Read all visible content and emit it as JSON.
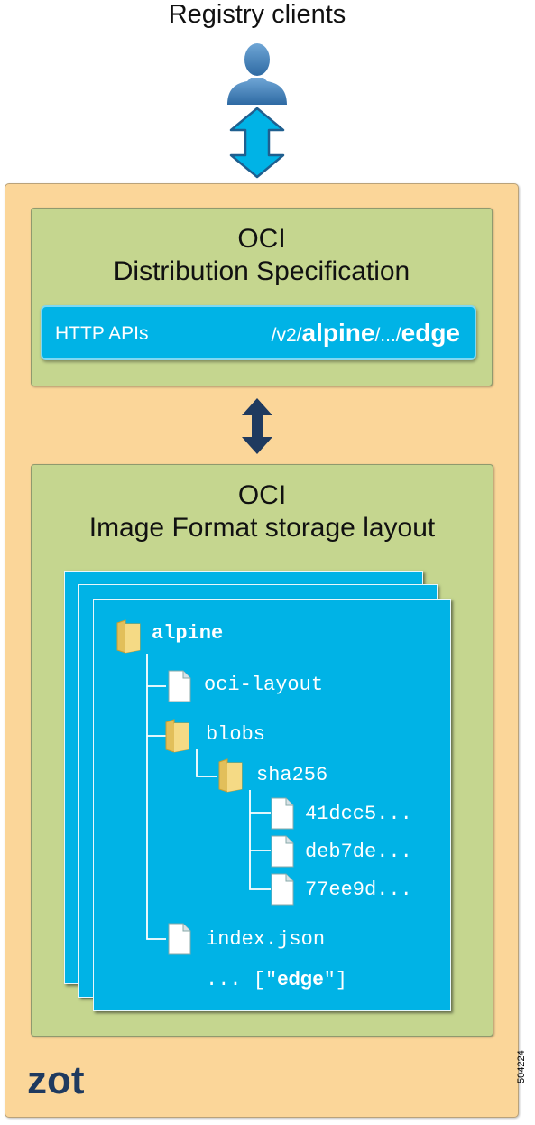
{
  "clients": {
    "title": "Registry clients",
    "icon": "user-icon"
  },
  "distribution": {
    "title_line1": "OCI",
    "title_line2": "Distribution Specification",
    "api_label": "HTTP APIs",
    "path_prefix": "/v2/",
    "path_repo": "alpine",
    "path_mid": "/.../",
    "path_tag": "edge"
  },
  "image_format": {
    "title_line1": "OCI",
    "title_line2": "Image Format storage layout"
  },
  "tree": {
    "root": "alpine",
    "oci_layout": "oci-layout",
    "blobs": "blobs",
    "sha256": "sha256",
    "blob1": "41dcc5...",
    "blob2": "deb7de...",
    "blob3": "77ee9d...",
    "index": "index.json",
    "index_prefix": "... [\"",
    "index_tag": "edge",
    "index_suffix": "\"]"
  },
  "product": "zot",
  "figure_id": "504224",
  "colors": {
    "zot_bg": "#fbd699",
    "green_box": "#c5d68f",
    "blue": "#00b3e6",
    "arrow_dark": "#1f3a5f",
    "folder": "#f3d57a"
  }
}
